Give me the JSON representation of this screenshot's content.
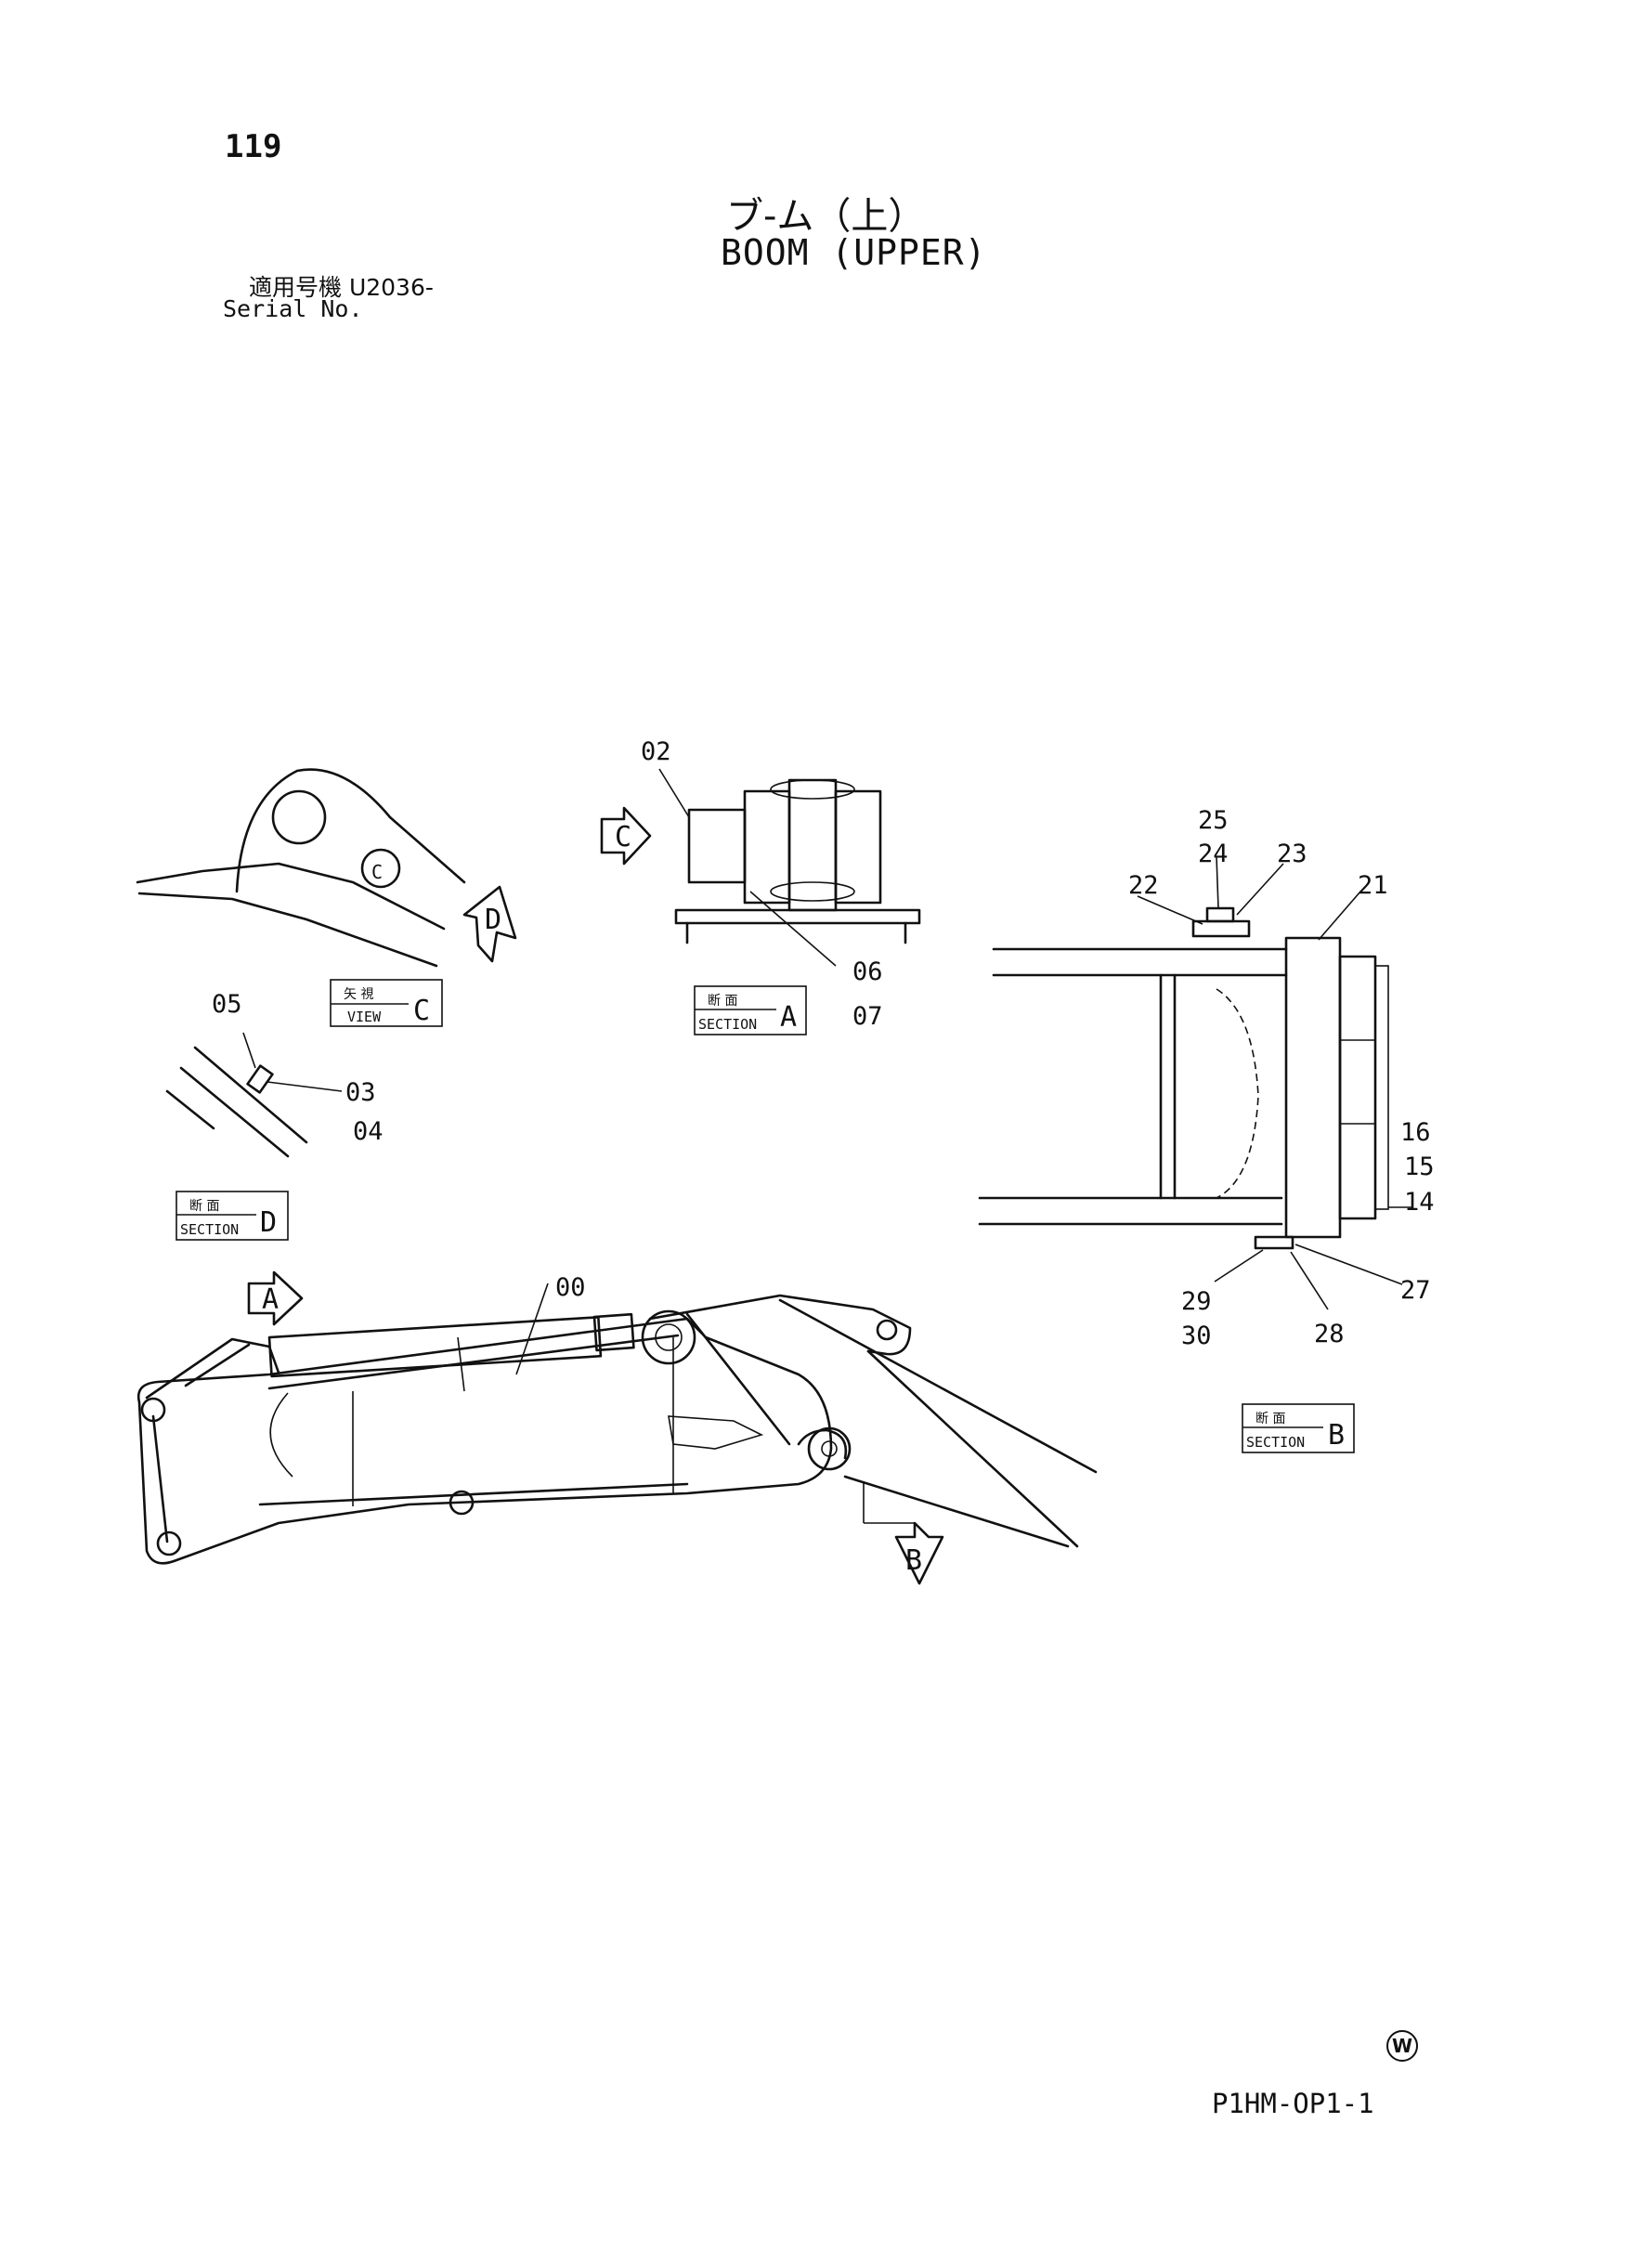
{
  "page_number": "119",
  "title_jp": "ブ-ム（上）",
  "title_en": "BOOM (UPPER)",
  "serial_jp": "適用号機  U2036-",
  "serial_en": "Serial No.",
  "doc_code": "P1HM-OP1-1",
  "watermark": "W",
  "views": {
    "view_c": {
      "jp": "矢 視",
      "en": "VIEW",
      "letter": "C"
    },
    "section_a": {
      "jp": "断 面",
      "en": "SECTION",
      "letter": "A"
    },
    "section_d": {
      "jp": "断 面",
      "en": "SECTION",
      "letter": "D"
    },
    "section_b": {
      "jp": "断 面",
      "en": "SECTION",
      "letter": "B"
    }
  },
  "arrows": {
    "a": "A",
    "b": "B",
    "c": "C",
    "d": "D"
  },
  "part_labels": {
    "p00": "00",
    "p02": "02",
    "p03": "03",
    "p04": "04",
    "p05": "05",
    "p06": "06",
    "p07": "07",
    "p14": "14",
    "p15": "15",
    "p16": "16",
    "p21": "21",
    "p22": "22",
    "p23": "23",
    "p24": "24",
    "p25": "25",
    "p27": "27",
    "p28": "28",
    "p29": "29",
    "p30": "30"
  }
}
